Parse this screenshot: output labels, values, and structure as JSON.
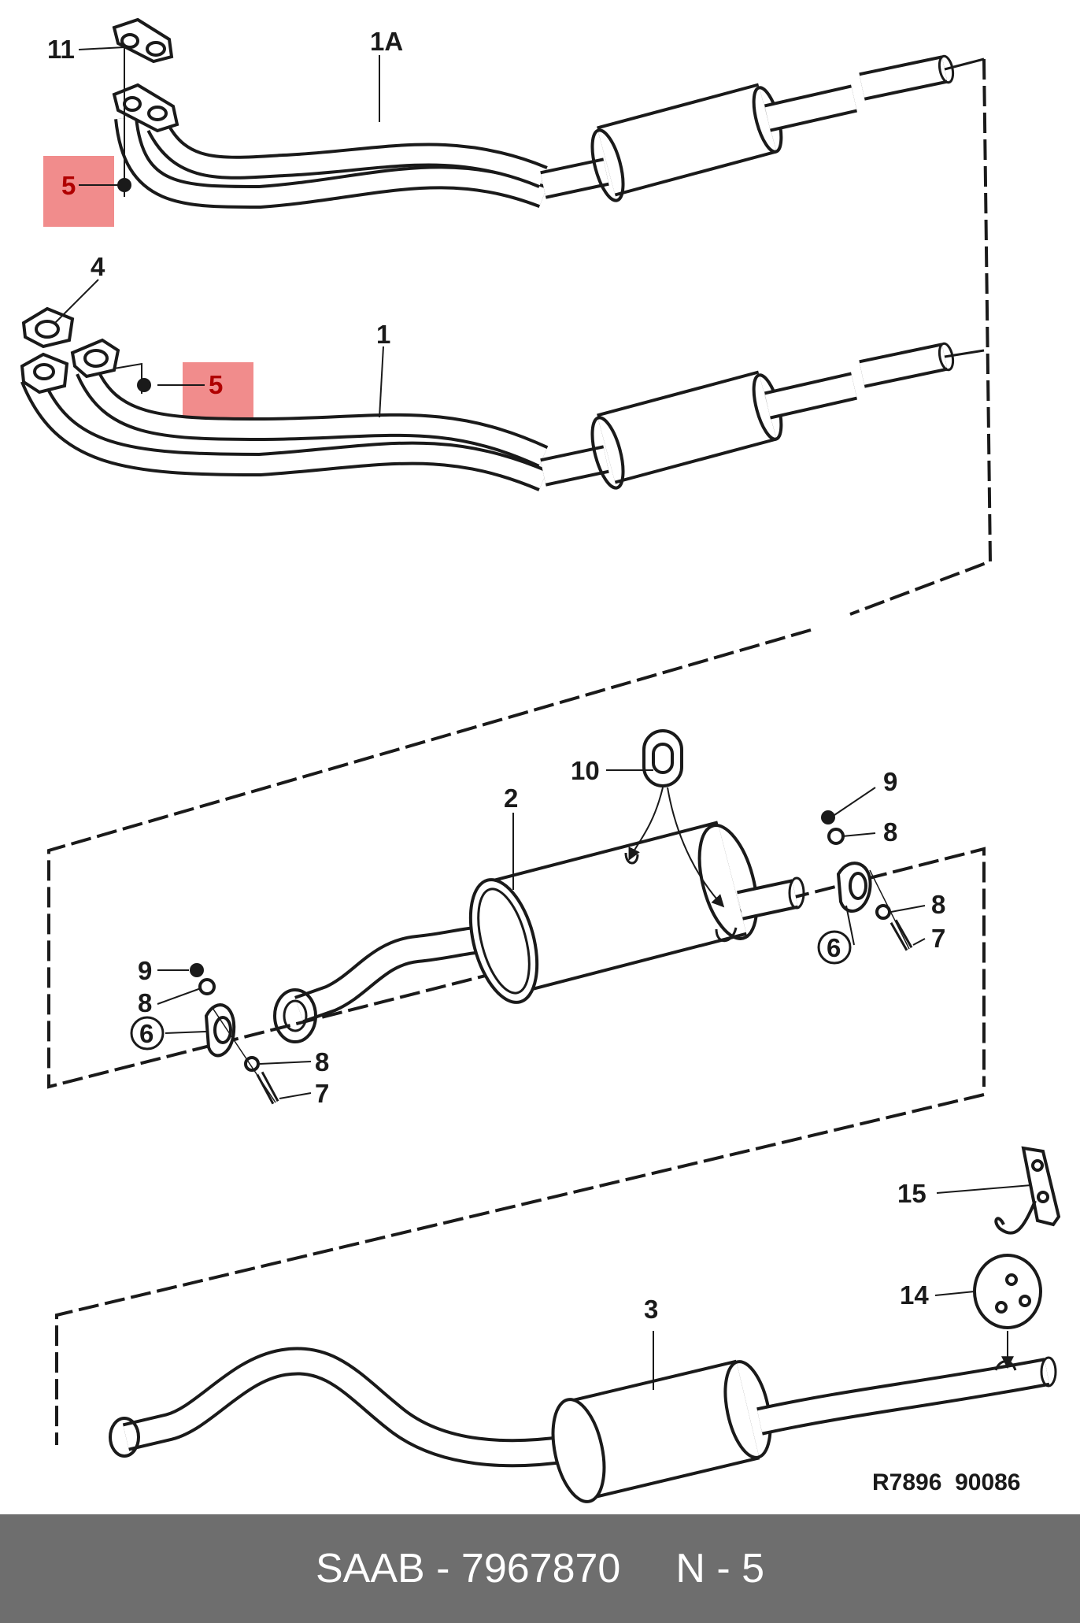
{
  "callouts": {
    "c1A": "1A",
    "c11": "11",
    "c5a": "5",
    "c4": "4",
    "c1": "1",
    "c5b": "5",
    "c10": "10",
    "c2": "2",
    "c9a": "9",
    "c8a": "8",
    "c8b": "8",
    "c7a": "7",
    "c6a": "6",
    "c9b": "9",
    "c8c": "8",
    "c6b": "6",
    "c8d": "8",
    "c7b": "7",
    "c15": "15",
    "c14": "14",
    "c3": "3"
  },
  "drawing_code": "R7896  90086",
  "highlight_color": "#f08080",
  "footer": {
    "part": "SAAB - 7967870",
    "ref": "N - 5"
  }
}
